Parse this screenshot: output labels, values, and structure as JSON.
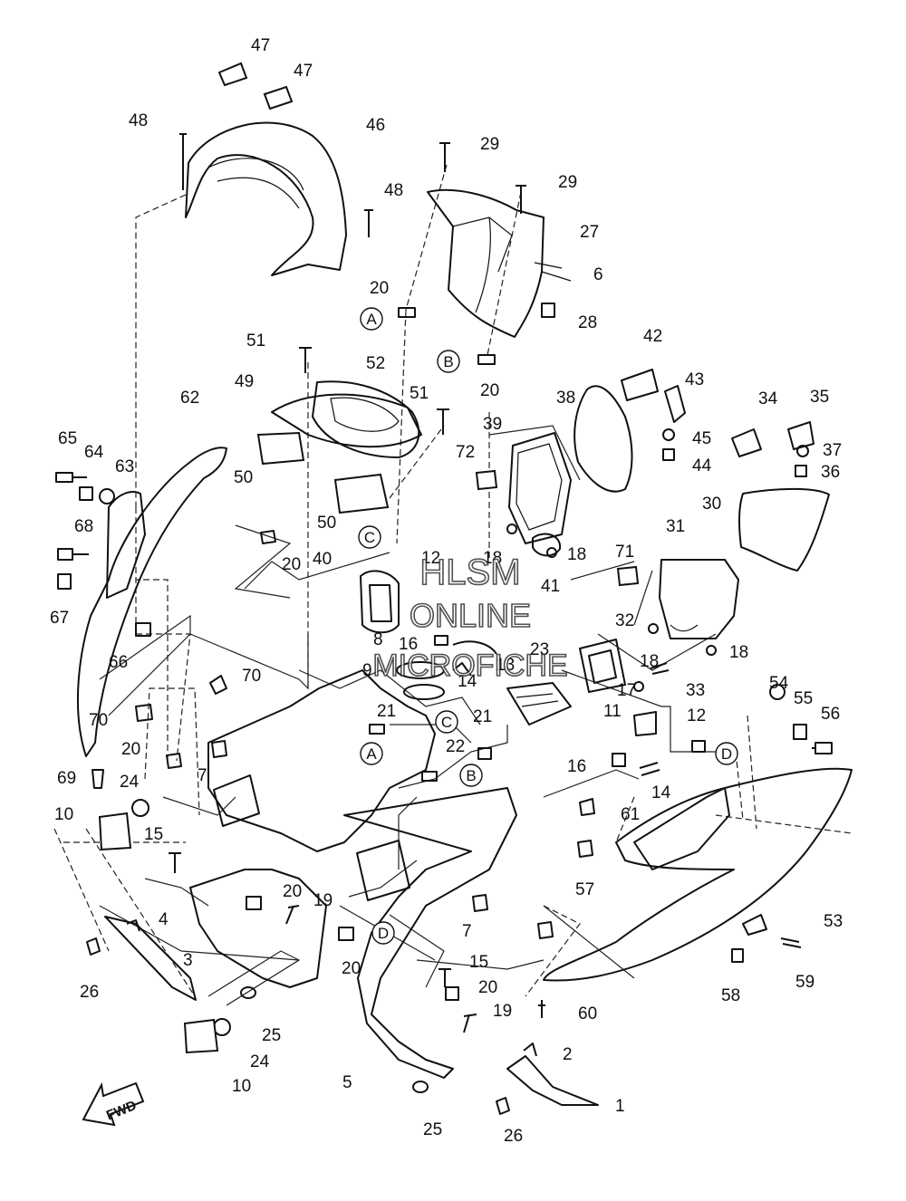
{
  "watermark": {
    "line1": "HLSM",
    "line2": "ONLINE",
    "line3": "MICROFICHE"
  },
  "fwd_label": "FWD",
  "ref_letters": [
    "A",
    "B",
    "C",
    "D"
  ],
  "callouts": [
    "47",
    "47",
    "48",
    "46",
    "48",
    "29",
    "29",
    "27",
    "6",
    "28",
    "20",
    "20",
    "51",
    "52",
    "49",
    "51",
    "62",
    "65",
    "64",
    "63",
    "68",
    "67",
    "66",
    "50",
    "50",
    "20",
    "42",
    "43",
    "45",
    "44",
    "38",
    "39",
    "72",
    "34",
    "35",
    "37",
    "36",
    "30",
    "31",
    "71",
    "40",
    "41",
    "18",
    "18",
    "12",
    "8",
    "16",
    "13",
    "9",
    "14",
    "32",
    "23",
    "18",
    "18",
    "33",
    "54",
    "55",
    "56",
    "70",
    "70",
    "21",
    "21",
    "22",
    "20",
    "7",
    "17",
    "11",
    "16",
    "14",
    "12",
    "69",
    "24",
    "10",
    "15",
    "4",
    "3",
    "26",
    "61",
    "57",
    "53",
    "58",
    "59",
    "60",
    "20",
    "19",
    "20",
    "7",
    "15",
    "20",
    "19",
    "25",
    "24",
    "10",
    "5",
    "2",
    "1",
    "25",
    "26"
  ]
}
